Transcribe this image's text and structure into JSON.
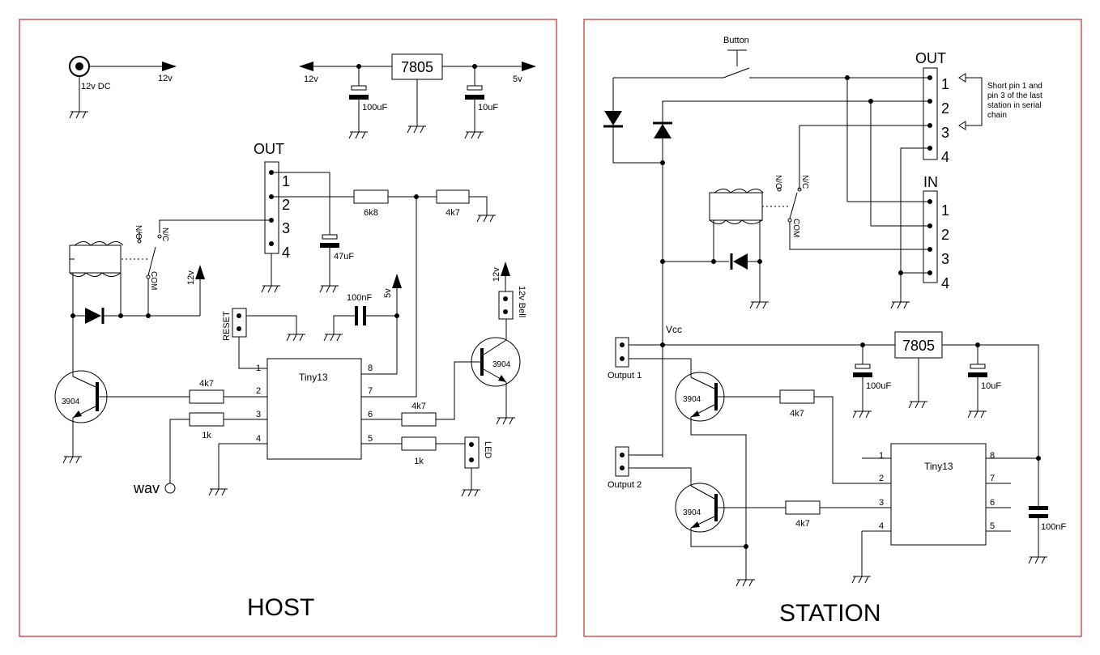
{
  "host": {
    "title": "HOST",
    "dc_jack": "12v DC",
    "dc_out": "12v",
    "regulator": "7805",
    "reg_in": "12v",
    "reg_out": "5v",
    "cap_in": "100uF",
    "cap_out": "10uF",
    "out_header": "OUT",
    "out_pins": [
      "1",
      "2",
      "3",
      "4"
    ],
    "cap_47": "47uF",
    "r_6k8": "6k8",
    "r_4k7_top": "4k7",
    "relay_no": "N/O",
    "relay_nc": "N/C",
    "relay_com": "COM",
    "relay_12v": "12v",
    "reset": "RESET",
    "cap_100n": "100nF",
    "v5": "5v",
    "bell_12v": "12v",
    "bell": "12v Bell",
    "mcu": "Tiny13",
    "mcu_pins_left": [
      "1",
      "2",
      "3",
      "4"
    ],
    "mcu_pins_right": [
      "8",
      "7",
      "6",
      "5"
    ],
    "q_left": "3904",
    "q_right": "3904",
    "r_4k7_pin2": "4k7",
    "r_1k_pin3": "1k",
    "r_4k7_pin6": "4k7",
    "r_1k_pin5": "1k",
    "led": "LED",
    "wav": "wav"
  },
  "station": {
    "title": "STATION",
    "button": "Button",
    "out_header": "OUT",
    "out_pins": [
      "1",
      "2",
      "3",
      "4"
    ],
    "note": [
      "Short pin 1 and",
      "pin 3 of the last",
      "station in serial",
      "chain"
    ],
    "in_header": "IN",
    "in_pins": [
      "1",
      "2",
      "3",
      "4"
    ],
    "relay_no": "N/O",
    "relay_nc": "N/C",
    "relay_com": "COM",
    "vcc": "Vcc",
    "output1": "Output 1",
    "output2": "Output 2",
    "regulator": "7805",
    "cap_in": "100uF",
    "cap_out": "10uF",
    "q1": "3904",
    "q2": "3904",
    "r_q1": "4k7",
    "r_q2": "4k7",
    "mcu": "Tiny13",
    "mcu_pins_left": [
      "1",
      "2",
      "3",
      "4"
    ],
    "mcu_pins_right": [
      "8",
      "7",
      "6",
      "5"
    ],
    "cap_100n": "100nF"
  }
}
